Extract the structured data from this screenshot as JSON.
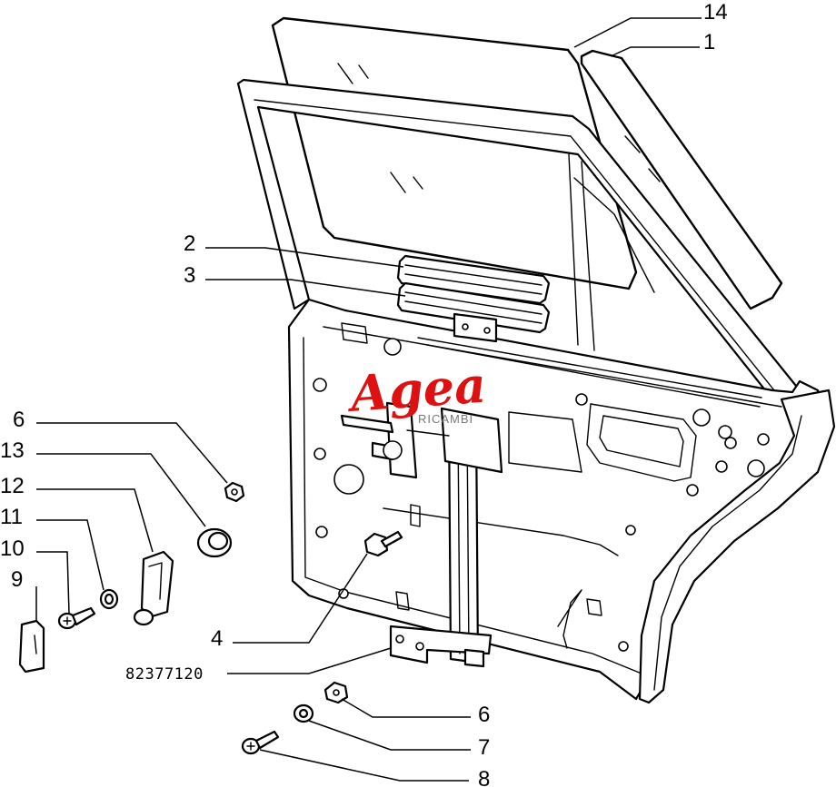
{
  "diagram": {
    "callouts": {
      "c14": "14",
      "c1": "1",
      "c2": "2",
      "c3": "3",
      "c6a": "6",
      "c13": "13",
      "c12": "12",
      "c11": "11",
      "c10": "10",
      "c9": "9",
      "c4": "4",
      "c6b": "6",
      "c7": "7",
      "c8": "8"
    },
    "part_number": "82377120",
    "watermark": {
      "brand": "Agea",
      "sub": "RICAMBI"
    }
  }
}
